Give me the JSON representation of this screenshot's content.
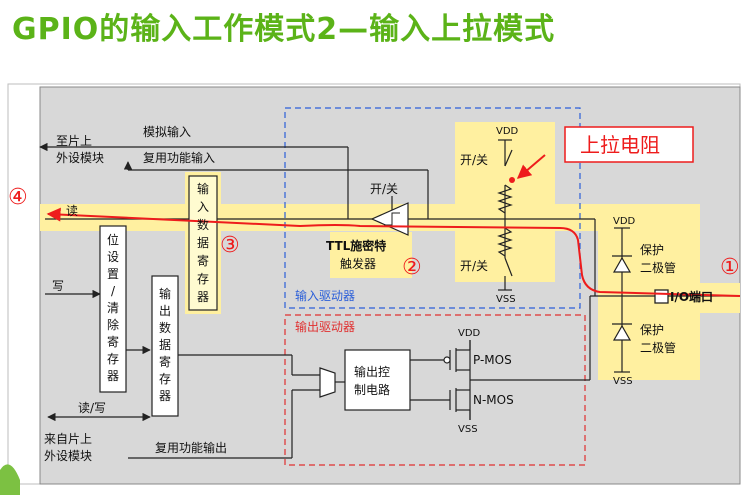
{
  "title": "GPIO的输入工作模式2—输入上拉模式",
  "labels": {
    "chip_periph_in": [
      "至片上",
      "外设模块"
    ],
    "analog_input": "模拟输入",
    "alt_func_input": "复用功能输入",
    "read": "读",
    "write": "写",
    "read_write": "读/写",
    "chip_periph_out": [
      "来自片上",
      "外设模块"
    ],
    "alt_func_output": "复用功能输出",
    "bit_set_reset": [
      "位",
      "设",
      "置",
      "/",
      "清",
      "除",
      "寄",
      "存",
      "器"
    ],
    "output_data_reg": [
      "输",
      "出",
      "数",
      "据",
      "寄",
      "存",
      "器"
    ],
    "input_data_reg": [
      "输",
      "入",
      "数",
      "据",
      "寄",
      "存",
      "器"
    ],
    "on_off": "开/关",
    "ttl_schmitt": [
      "TTL施密特",
      "触发器"
    ],
    "input_driver": "输入驱动器",
    "output_driver": "输出驱动器",
    "output_control": [
      "输出控",
      "制电路"
    ],
    "pmos": "P-MOS",
    "nmos": "N-MOS",
    "vdd": "VDD",
    "vss": "VSS",
    "protect_diode": [
      "保护",
      "二极管"
    ],
    "io_pin": "I/O端口",
    "pullup_resistor": "上拉电阻"
  },
  "markers": [
    "①",
    "②",
    "③",
    "④"
  ],
  "colors": {
    "title": "#5bb318",
    "highlight": "#fff0a0",
    "signal_path": "#ee1c1c",
    "input_driver_border": "#2b5fd9",
    "output_driver_border": "#e03030",
    "panel": "#d8d8d8"
  }
}
